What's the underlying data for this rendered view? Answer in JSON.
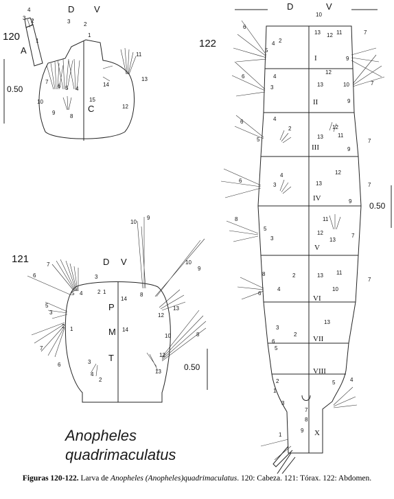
{
  "fig120": {
    "number": "120",
    "dorsal": "D",
    "ventral": "V",
    "part_a": "A",
    "part_c": "C",
    "scale": "0.50"
  },
  "fig121": {
    "number": "121",
    "dorsal": "D",
    "ventral": "V",
    "pro": "P",
    "meso": "M",
    "meta": "T",
    "scale": "0.50"
  },
  "fig122": {
    "number": "122",
    "dorsal": "D",
    "ventral": "V",
    "scale": "0.50",
    "segments": [
      "I",
      "II",
      "III",
      "IV",
      "V",
      "VI",
      "VII",
      "VIII",
      "X"
    ]
  },
  "species": {
    "line1": "Anopheles",
    "line2": "quadrimaculatus"
  },
  "caption": {
    "bold": "Figuras 120-122.",
    "text1": " Larva de ",
    "italic": "Anopheles (Anopheles)quadrimaculatus",
    "text2": ". 120: Cabeza. 121: Tórax. 122: Abdomen."
  }
}
